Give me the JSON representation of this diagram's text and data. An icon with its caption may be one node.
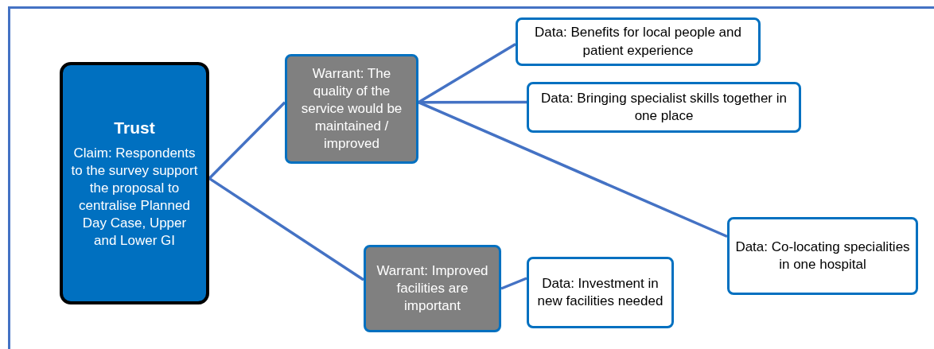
{
  "diagram": {
    "nodes": [
      {
        "text": [
          "Trust",
          "Claim: Respondents to the survey support the proposal to centralise Planned Day Case, Upper and Lower GI"
        ]
      },
      {
        "text": [
          "Warrant: The quality of the service would be maintained / improved"
        ]
      },
      {
        "text": [
          "Warrant: Improved facilities are important"
        ]
      },
      {
        "text": [
          "Data: Benefits for local people and patient experience"
        ]
      },
      {
        "text": [
          "Data: Bringing specialist skills together in one place"
        ]
      },
      {
        "text": [
          "Data: Co-locating specialities in one hospital"
        ]
      },
      {
        "text": [
          "Data: Investment in new facilities needed"
        ]
      }
    ],
    "edges": [
      {
        "from": 0,
        "to": 1,
        "arrow": "none"
      },
      {
        "from": 0,
        "to": 2,
        "arrow": "none"
      },
      {
        "from": 1,
        "to": 3,
        "arrow": "none"
      },
      {
        "from": 1,
        "to": 4,
        "arrow": "none"
      },
      {
        "from": 1,
        "to": 5,
        "arrow": "none"
      },
      {
        "from": 2,
        "to": 6,
        "arrow": "none"
      }
    ]
  }
}
